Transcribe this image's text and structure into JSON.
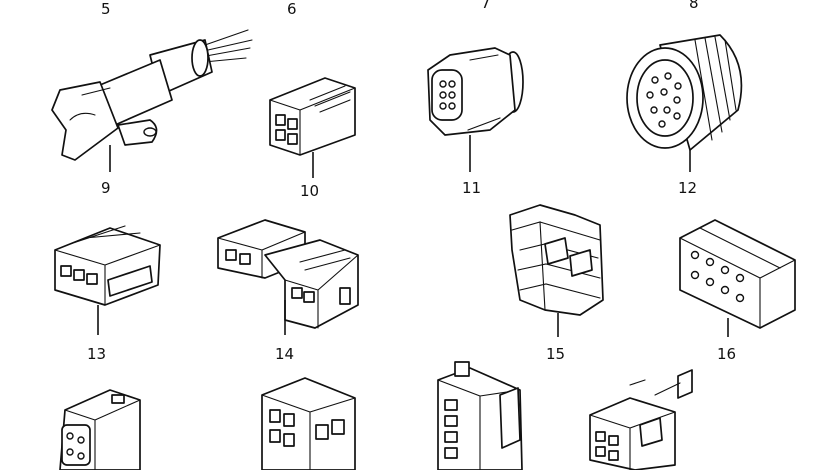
{
  "callouts": [
    "5",
    "6",
    "7",
    "8",
    "9",
    "10",
    "11",
    "12",
    "13",
    "14",
    "15",
    "16"
  ]
}
